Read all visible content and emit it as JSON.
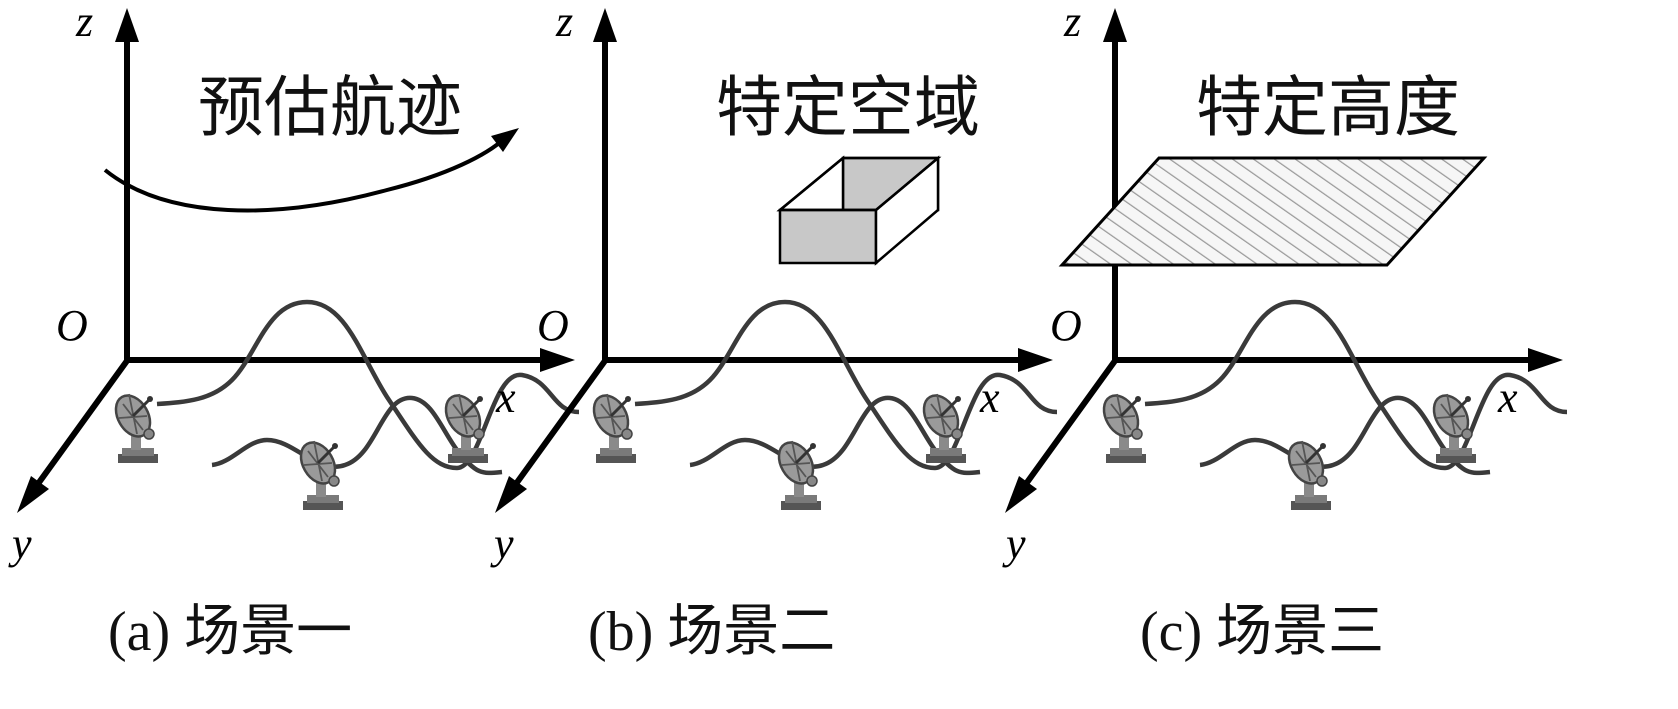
{
  "panels": [
    {
      "id": "a",
      "title": "预估航迹",
      "caption": "(a) 场景一",
      "axes": {
        "z": "z",
        "x": "x",
        "y": "y",
        "origin": "O"
      },
      "feature": "trajectory"
    },
    {
      "id": "b",
      "title": "特定空域",
      "caption": "(b) 场景二",
      "axes": {
        "z": "z",
        "x": "x",
        "y": "y",
        "origin": "O"
      },
      "feature": "airspace-box"
    },
    {
      "id": "c",
      "title": "特定高度",
      "caption": "(c) 场景三",
      "axes": {
        "z": "z",
        "x": "x",
        "y": "y",
        "origin": "O"
      },
      "feature": "altitude-plane"
    }
  ],
  "colors": {
    "axis": "#000000",
    "wave": "#3a3a3a",
    "box_face": "#c8c8c8",
    "plane_hatch": "#9a9a9a",
    "radar": "#6e6e6e"
  },
  "icons": [
    "radar-icon"
  ]
}
